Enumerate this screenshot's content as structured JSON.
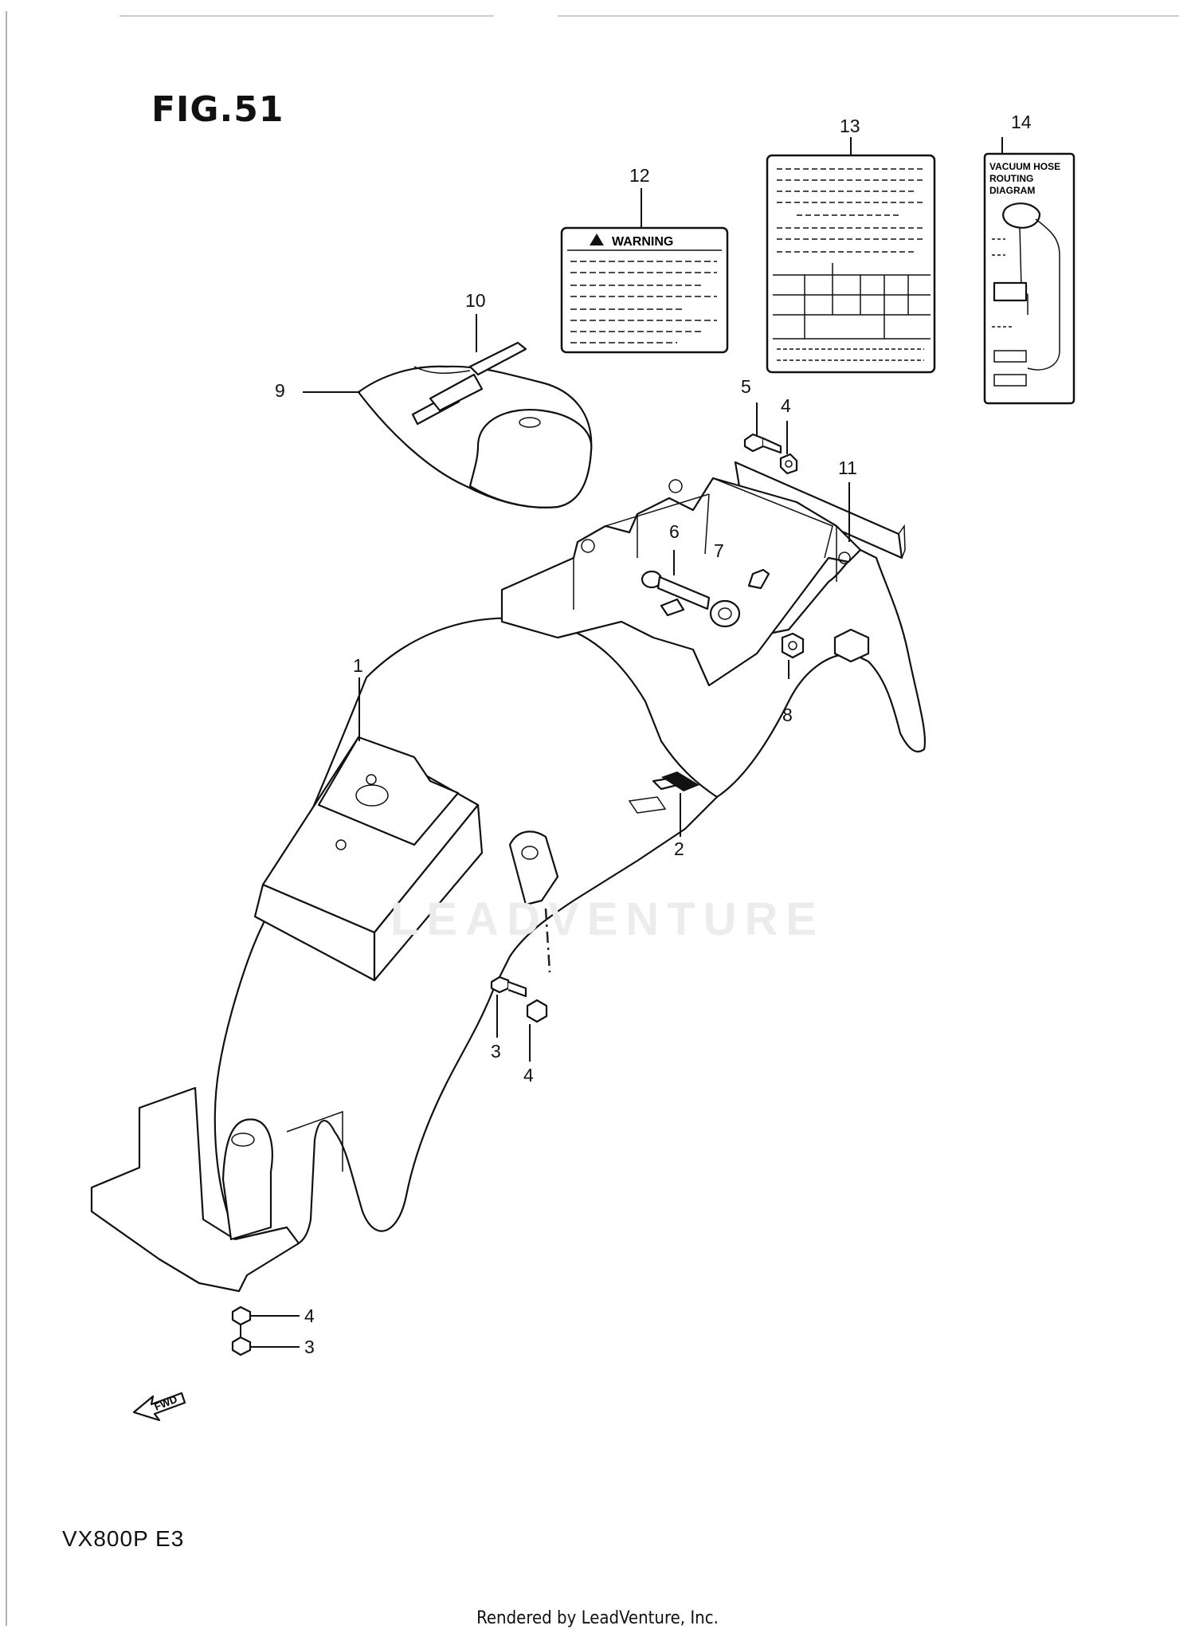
{
  "figure_title": "FIG.51",
  "model_code": "VX800P  E3",
  "footer": "Rendered by LeadVenture, Inc.",
  "watermark": "LEADVENTURE",
  "fwd_arrow_text": "FWD",
  "warning_label_text": "WARNING",
  "vacuum_label_text": [
    "VACUUM HOSE",
    "ROUTING",
    "DIAGRAM"
  ],
  "callouts": {
    "c1": "1",
    "c2": "2",
    "c3a": "3",
    "c3b": "3",
    "c4a": "4",
    "c4b": "4",
    "c4c": "4",
    "c5": "5",
    "c6": "6",
    "c7": "7",
    "c8": "8",
    "c9": "9",
    "c10": "10",
    "c11": "11",
    "c12": "12",
    "c13": "13",
    "c14": "14"
  }
}
